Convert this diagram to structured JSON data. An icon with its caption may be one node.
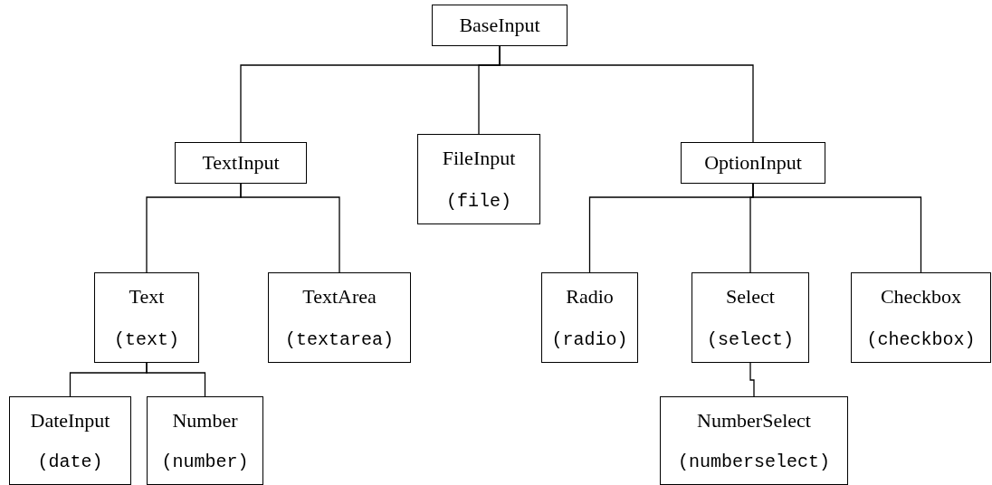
{
  "diagram": {
    "nodes": [
      {
        "text": [
          "BaseInput"
        ]
      },
      {
        "text": [
          "TextInput"
        ]
      },
      {
        "text": [
          "FileInput",
          "(file)"
        ]
      },
      {
        "text": [
          "OptionInput"
        ]
      },
      {
        "text": [
          "Text",
          "(text)"
        ]
      },
      {
        "text": [
          "TextArea",
          "(textarea)"
        ]
      },
      {
        "text": [
          "Radio",
          "(radio)"
        ]
      },
      {
        "text": [
          "Select",
          "(select)"
        ]
      },
      {
        "text": [
          "Checkbox",
          "(checkbox)"
        ]
      },
      {
        "text": [
          "DateInput",
          "(date)"
        ]
      },
      {
        "text": [
          "Number",
          "(number)"
        ]
      },
      {
        "text": [
          "NumberSelect",
          "(numberselect)"
        ]
      }
    ],
    "edges": [
      {
        "from": 0,
        "to": 1,
        "arrow": "none"
      },
      {
        "from": 0,
        "to": 2,
        "arrow": "none"
      },
      {
        "from": 0,
        "to": 3,
        "arrow": "none"
      },
      {
        "from": 1,
        "to": 4,
        "arrow": "none"
      },
      {
        "from": 1,
        "to": 5,
        "arrow": "none"
      },
      {
        "from": 3,
        "to": 6,
        "arrow": "none"
      },
      {
        "from": 3,
        "to": 7,
        "arrow": "none"
      },
      {
        "from": 3,
        "to": 8,
        "arrow": "none"
      },
      {
        "from": 4,
        "to": 9,
        "arrow": "none"
      },
      {
        "from": 4,
        "to": 10,
        "arrow": "none"
      },
      {
        "from": 7,
        "to": 11,
        "arrow": "none"
      }
    ]
  }
}
